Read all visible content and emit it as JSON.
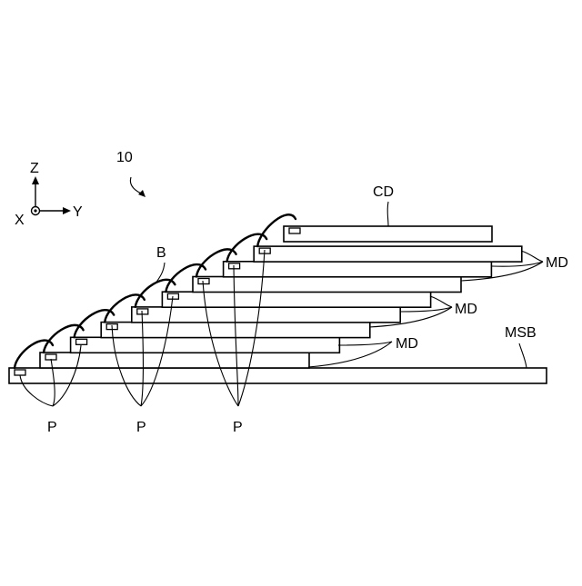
{
  "figure": {
    "ref_number": "10",
    "axes": {
      "z_label": "Z",
      "y_label": "Y",
      "x_label": "X"
    },
    "labels": {
      "controller_die": "CD",
      "memory_die_1": "MD",
      "memory_die_2": "MD",
      "memory_die_3": "MD",
      "substrate": "MSB",
      "bond_wire": "B",
      "pad_1": "P",
      "pad_2": "P",
      "pad_3": "P"
    },
    "memory_die_count": 8
  }
}
